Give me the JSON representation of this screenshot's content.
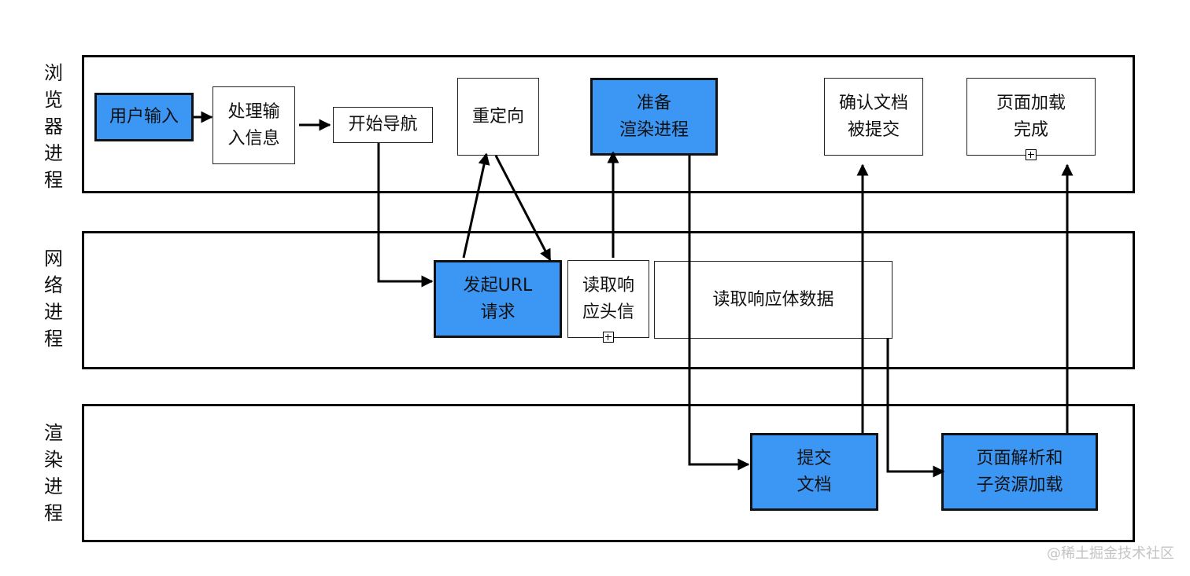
{
  "lanes": {
    "browser": [
      "浏",
      "览",
      "器",
      "进",
      "程"
    ],
    "network": [
      "网",
      "络",
      "进",
      "程"
    ],
    "renderer": [
      "渲",
      "染",
      "进",
      "程"
    ]
  },
  "nodes": {
    "user_input": [
      "用户输入"
    ],
    "process_input": [
      "处理输",
      "入信息"
    ],
    "start_nav": [
      "开始导航"
    ],
    "redirect": [
      "重定向"
    ],
    "prepare_render": [
      "准备",
      "渲染进程"
    ],
    "confirm_doc": [
      "确认文档",
      "被提交"
    ],
    "page_load_done": [
      "页面加载",
      "完成"
    ],
    "url_request": [
      "发起URL",
      "请求"
    ],
    "read_headers": [
      "读取响",
      "应头信"
    ],
    "read_body": [
      "读取响应体数据"
    ],
    "commit_doc": [
      "提交",
      "文档"
    ],
    "parse_page": [
      "页面解析和",
      "子资源加载"
    ]
  },
  "watermark": "@稀土掘金技术社区",
  "colors": {
    "highlight": "#3b96f4",
    "line": "#000000"
  }
}
